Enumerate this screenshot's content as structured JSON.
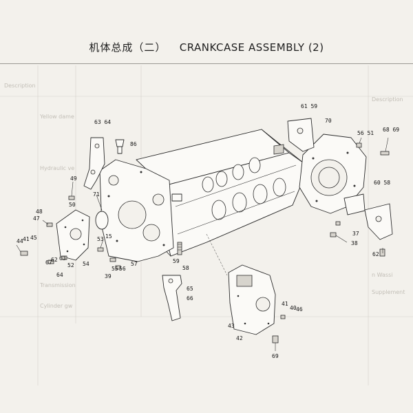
{
  "title": {
    "cn": "机体总成（二）",
    "en": "CRANKCASE ASSEMBLY (2)"
  },
  "part_labels": {
    "p63_64": "63 64",
    "p86": "86",
    "p61_59": "61 59",
    "p70": "70",
    "p56_51": "56 51",
    "p68_69": "68 69",
    "p49": "49",
    "p50": "50",
    "p71": "71",
    "p60_58": "60 58",
    "p48": "48",
    "p47": "47",
    "p44": "44",
    "p41": "41",
    "p45": "45",
    "p53": "53",
    "p15": "15",
    "p37": "37",
    "p38": "38",
    "p62": "62",
    "p67": "67",
    "p62b": "62",
    "p63": "63",
    "p52": "52",
    "p54": "54",
    "p55": "55",
    "p56b": "56",
    "p57": "57",
    "p59b": "59",
    "p58b": "58",
    "p39": "39",
    "p64": "64",
    "p65": "65",
    "p66": "66",
    "p41b": "41",
    "p40": "40",
    "p46": "46",
    "p43": "43",
    "p42": "42",
    "p69": "69"
  },
  "ghost_text": {
    "l1": "Description",
    "l2": "Yellow dame",
    "l3": "Hydraulic ve",
    "l4": "Transmission",
    "l5": "Cylinder gw",
    "r1": "Description",
    "r2": "n Wassi",
    "r3": "Supplement"
  }
}
